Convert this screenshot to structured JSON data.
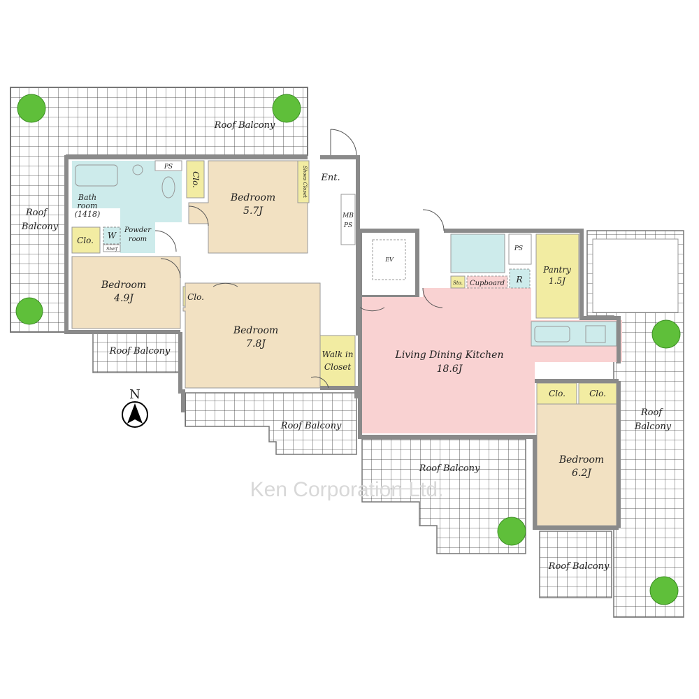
{
  "colors": {
    "bedroom": "#f2e1c2",
    "ldk": "#f9d2d2",
    "wet": "#cdebeb",
    "closet": "#f2eca2",
    "wall": "#8a8a8a",
    "tree": "#5fbf3a"
  },
  "rooms": {
    "bedroom_a": {
      "name": "Bedroom",
      "size": "5.7J"
    },
    "bedroom_b": {
      "name": "Bedroom",
      "size": "4.9J"
    },
    "bedroom_c": {
      "name": "Bedroom",
      "size": "7.8J"
    },
    "bedroom_d": {
      "name": "Bedroom",
      "size": "6.2J"
    },
    "ldk": {
      "name": "Living Dining Kitchen",
      "size": "18.6J"
    },
    "pantry": {
      "name": "Pantry",
      "size": "1.5J"
    },
    "bath": {
      "line1": "Bath",
      "line2": "room",
      "line3": "(1418)"
    },
    "powder": {
      "line1": "Powder",
      "line2": "room"
    },
    "walk_in": {
      "line1": "Walk in",
      "line2": "Closet"
    },
    "entrance": "Ent.",
    "shoes_closet": "Shoes Closet",
    "mbps": {
      "line1": "MB",
      "line2": "PS"
    },
    "ev": "EV",
    "ps": "PS",
    "closet": "Clo.",
    "washer": "W",
    "shelf": "Shelf",
    "storage": "Sto.",
    "cupboard": "Cupboard",
    "refrigerator": "R"
  },
  "balconies": {
    "label": "Roof Balcony",
    "left_line1": "Roof",
    "left_line2": "Balcony"
  },
  "compass": "N",
  "watermark": "Ken Corporation Ltd."
}
